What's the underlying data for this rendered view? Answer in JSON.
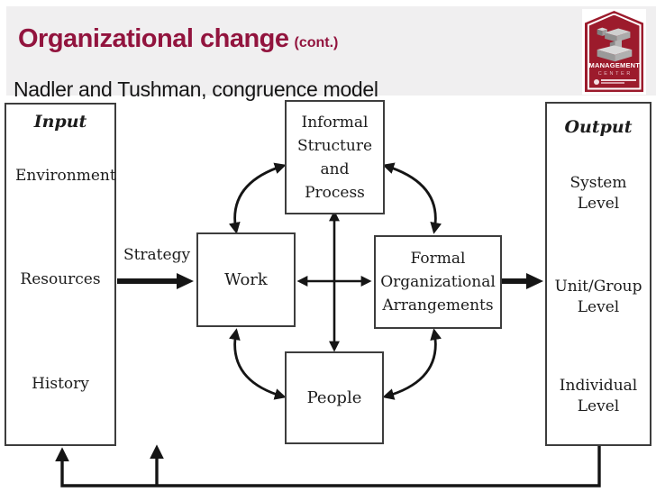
{
  "slide": {
    "title": "Organizational change",
    "title_suffix": "(cont.)",
    "subtitle": "Nadler and Tushman, congruence model"
  },
  "logo": {
    "line1": "MANAGEMENT",
    "line2": "CENTER"
  },
  "colors": {
    "title_maroon": "#92143e",
    "logo_badge_maroon": "#9c1b2c",
    "header_background": "#f0eff0",
    "diagram_ink": "#151515"
  },
  "diagram": {
    "input": {
      "heading": "Input",
      "items": [
        "Environment",
        "Resources",
        "History"
      ]
    },
    "strategy_label": "Strategy",
    "informal": {
      "lines": [
        "Informal",
        "Structure",
        "and",
        "Process"
      ]
    },
    "work": {
      "label": "Work"
    },
    "formal": {
      "lines": [
        "Formal",
        "Organizational",
        "Arrangements"
      ]
    },
    "people": {
      "label": "People"
    },
    "output": {
      "heading": "Output",
      "items": [
        "System Level",
        "Unit/Group Level",
        "Individual Level"
      ]
    }
  }
}
